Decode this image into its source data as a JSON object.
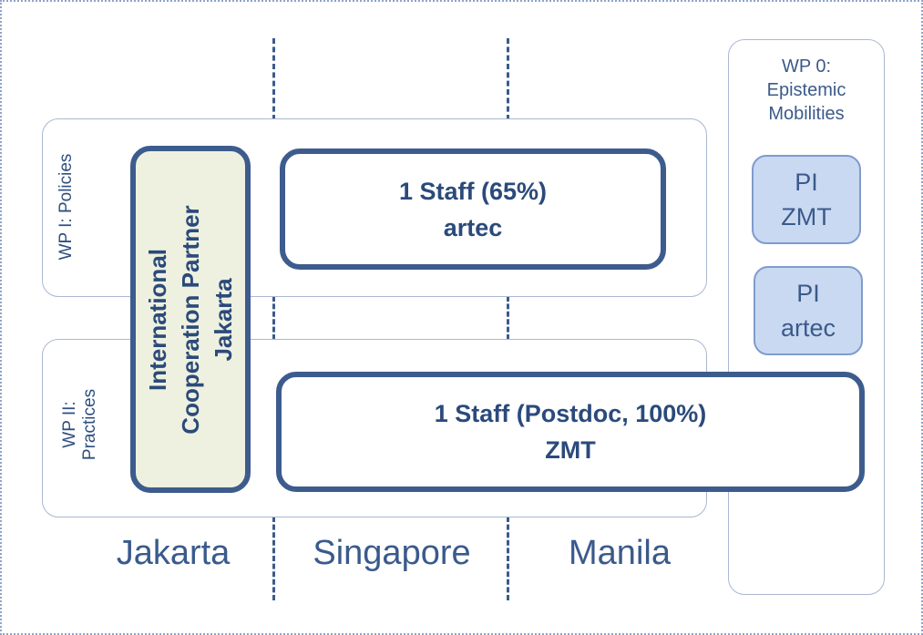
{
  "wp0": {
    "title_line1": "WP 0:",
    "title_line2": "Epistemic",
    "title_line3": "Mobilities",
    "pi_boxes": [
      {
        "line1": "PI",
        "line2": "ZMT"
      },
      {
        "line1": "PI",
        "line2": "artec"
      }
    ]
  },
  "wp1": {
    "label": "WP I: Policies",
    "staff": {
      "line1": "1 Staff (65%)",
      "line2": "artec"
    }
  },
  "wp2": {
    "label_line1": "WP II:",
    "label_line2": "Practices",
    "staff": {
      "line1": "1 Staff (Postdoc, 100%)",
      "line2": "ZMT"
    }
  },
  "partner": {
    "line1": "International",
    "line2": "Cooperation Partner",
    "line3": "Jakarta"
  },
  "cities": [
    "Jakarta",
    "Singapore",
    "Manila"
  ],
  "colors": {
    "accent": "#3d5c8d",
    "partner_fill": "#eef1df",
    "pi_fill": "#c9d9f1",
    "panel_border": "#a9b8d2"
  }
}
